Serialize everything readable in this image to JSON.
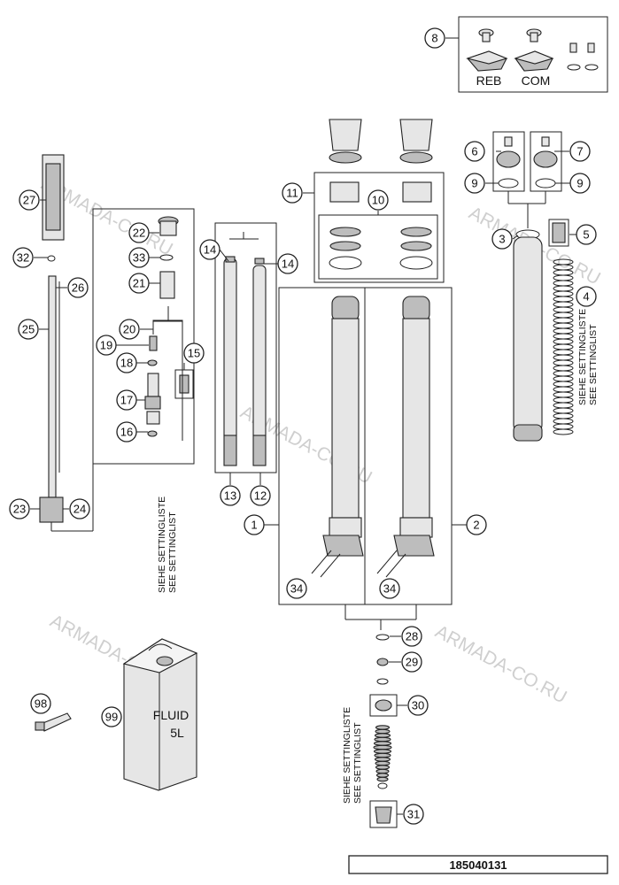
{
  "drawing_number": "185040131",
  "kit_labels": {
    "rebound": "REB",
    "compression": "COM"
  },
  "setting_note": {
    "line1": "SIEHE SETTINGLISTE",
    "line2": "SEE SETTINGLIST"
  },
  "can_label": {
    "line1": "FLUID",
    "line2": "5L"
  },
  "watermark": "ARMADA-CO.RU",
  "callouts": {
    "c1": "1",
    "c2": "2",
    "c3": "3",
    "c4": "4",
    "c5": "5",
    "c6": "6",
    "c7": "7",
    "c8": "8",
    "c9a": "9",
    "c9b": "9",
    "c10": "10",
    "c11": "11",
    "c12": "12",
    "c13": "13",
    "c14a": "14",
    "c14b": "14",
    "c15": "15",
    "c16": "16",
    "c17": "17",
    "c18": "18",
    "c19": "19",
    "c20": "20",
    "c21": "21",
    "c22": "22",
    "c23": "23",
    "c24": "24",
    "c25": "25",
    "c26": "26",
    "c27": "27",
    "c28": "28",
    "c29": "29",
    "c30": "30",
    "c31": "31",
    "c32": "32",
    "c33": "33",
    "c34a": "34",
    "c34b": "34",
    "c98": "98",
    "c99": "99"
  }
}
